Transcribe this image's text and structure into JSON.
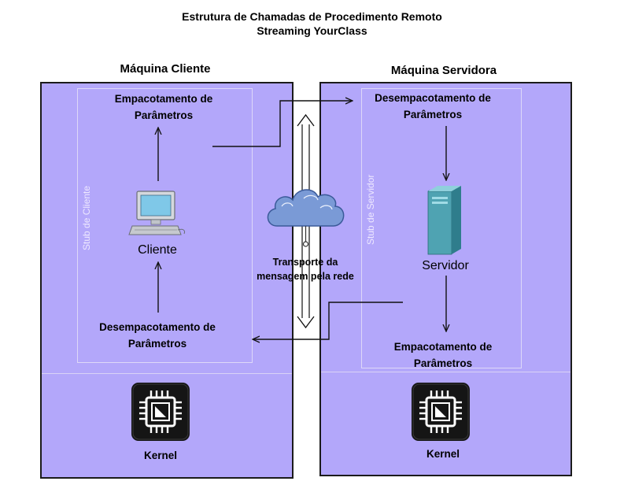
{
  "header": {
    "title_line1": "Estrutura de Chamadas de Procedimento Remoto",
    "title_line2": "Streaming YourClass"
  },
  "client": {
    "heading": "Máquina Cliente",
    "stub_label": "Stub de Cliente",
    "top_block_line1": "Empacotamento de",
    "top_block_line2": "Parâmetros",
    "device_label": "Cliente",
    "bottom_block_line1": "Desempacotamento de",
    "bottom_block_line2": "Parâmetros",
    "kernel_label": "Kernel"
  },
  "server": {
    "heading": "Máquina Servidora",
    "stub_label": "Stub de Servidor",
    "top_block_line1": "Desempacotamento de",
    "top_block_line2": "Parâmetros",
    "device_label": "Servidor",
    "bottom_block_line1": "Empacotamento de",
    "bottom_block_line2": "Parâmetros",
    "kernel_label": "Kernel"
  },
  "network": {
    "label_line1": "Transporte da",
    "label_line2": "mensagem pela rede"
  },
  "icons": [
    "computer-icon",
    "server-icon",
    "cloud-icon",
    "cpu-chip-icon"
  ],
  "colors": {
    "machine_fill": "#b3a7fa",
    "stub_border": "#ded8f8",
    "server_tower": "#4fa3b2",
    "monitor_screen": "#7fc8e8",
    "chip_tile": "#151515"
  }
}
